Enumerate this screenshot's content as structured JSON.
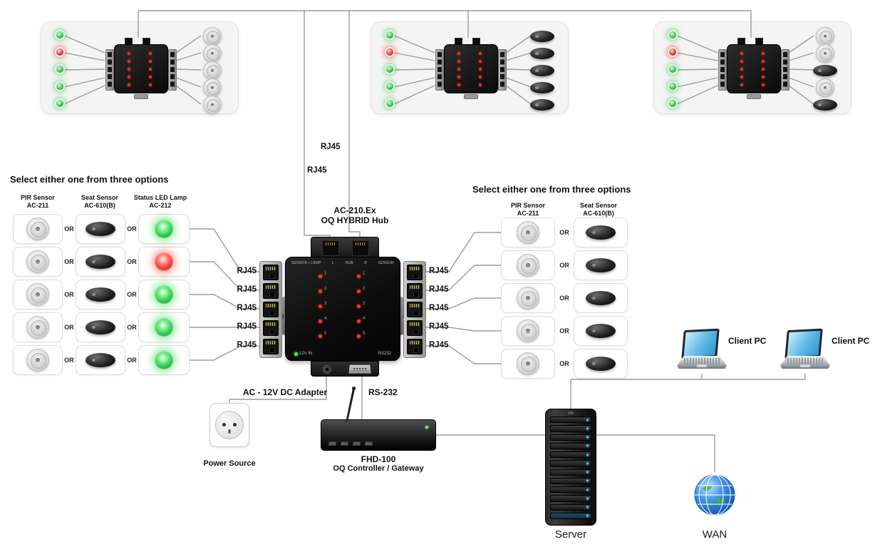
{
  "labels": {
    "rj45": "RJ45",
    "or": "OR",
    "adapter": "AC - 12V DC Adapter",
    "rs232_cable": "RS-232",
    "power_source": "Power Source",
    "server": "Server",
    "wan": "WAN",
    "client_pc": "Client PC"
  },
  "hub": {
    "name": "AC-210.Ex",
    "type": "OQ HYBRID Hub",
    "panel_header": {
      "left": "SENSOR / LAMP",
      "l": "L",
      "center": "HUB",
      "r": "R",
      "right": "SENSOR"
    },
    "port_numbers": [
      "1",
      "2",
      "3",
      "4",
      "5"
    ],
    "power_in": "12V IN",
    "serial_port": "RS232"
  },
  "controller": {
    "name": "FHD-100",
    "type": "OQ Controller / Gateway"
  },
  "left_options": {
    "heading": "Select either one from three options",
    "columns": [
      {
        "title": "PIR Sensor",
        "model": "AC-211"
      },
      {
        "title": "Seat Sensor",
        "model": "AC-610(B)"
      },
      {
        "title": "Status LED Lamp",
        "model": "AC-212"
      }
    ],
    "rows": [
      {
        "lamp": "green"
      },
      {
        "lamp": "red"
      },
      {
        "lamp": "green"
      },
      {
        "lamp": "green"
      },
      {
        "lamp": "green"
      }
    ]
  },
  "right_options": {
    "heading": "Select either one from three options",
    "columns": [
      {
        "title": "PIR Sensor",
        "model": "AC-211"
      },
      {
        "title": "Seat Sensor",
        "model": "AC-610(B)"
      }
    ],
    "row_count": 5
  },
  "zone_panels": [
    {
      "leds": [
        "green",
        "red",
        "green",
        "green",
        "green"
      ],
      "devices": [
        "pir",
        "pir",
        "pir",
        "pir",
        "pir"
      ]
    },
    {
      "leds": [
        "green",
        "red",
        "green",
        "green",
        "green"
      ],
      "devices": [
        "seat",
        "seat",
        "seat",
        "seat",
        "seat"
      ]
    },
    {
      "leds": [
        "green",
        "red",
        "green",
        "green",
        "green"
      ],
      "devices": [
        "pir",
        "pir",
        "seat",
        "pir",
        "seat"
      ]
    }
  ],
  "cables": {
    "trunk_labels": [
      "RJ45",
      "RJ45"
    ],
    "left_labels": [
      "RJ45",
      "RJ45",
      "RJ45",
      "RJ45",
      "RJ45"
    ],
    "right_labels": [
      "RJ45",
      "RJ45",
      "RJ45",
      "RJ45",
      "RJ45"
    ]
  },
  "colors": {
    "led_green": "#35c94e",
    "led_red": "#e53935",
    "wire": "#9b9b9b",
    "screen_blue": "#5fb9e6",
    "server_led": "#4fc3f7"
  }
}
